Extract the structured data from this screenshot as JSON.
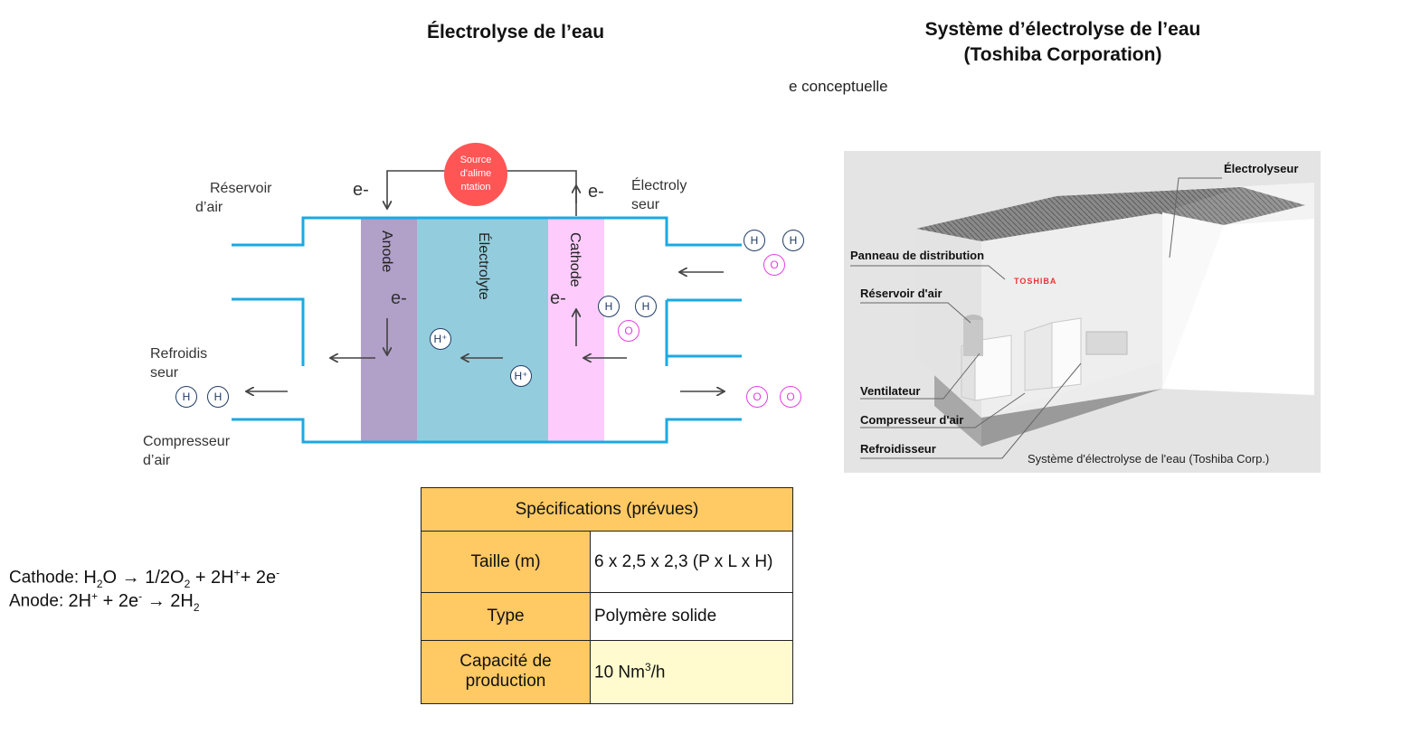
{
  "left_title": "Électrolyse de l’eau",
  "right_title": {
    "line1": "Système d’électrolyse de l’eau",
    "line2": "(Toshiba Corporation)"
  },
  "partial_caption": "e conceptuelle",
  "diagram": {
    "power_source": {
      "line1": "Source",
      "line2": "d'alime",
      "line3": "ntation"
    },
    "electron_left": "e-",
    "electron_right": "e-",
    "electron_inner_left": "e-",
    "electron_inner_right": "e-",
    "air_tank": {
      "line1": "Réservoir",
      "line2": "d’air"
    },
    "electrolyzer": {
      "line1": "Électroly",
      "line2": "seur"
    },
    "cooler": {
      "line1": "Refroidis",
      "line2": "seur"
    },
    "compressor": {
      "line1": "Compresseur",
      "line2": "d’air"
    },
    "anode": "Anode",
    "electrolyte": "Électrolyte",
    "cathode": "Cathode",
    "h": "H",
    "o": "O",
    "h_plus": "H⁺",
    "colors": {
      "pipe": "#1ba9e2",
      "anode": "#b1a0c8",
      "electrolyte": "#93cddd",
      "cathode": "#fdcbfc",
      "source": "#ff5555",
      "h_mol": "#1f3b66",
      "o_mol": "#e53ee5"
    }
  },
  "equations": {
    "cathode": {
      "label": "Cathode",
      "sep": ":",
      "p1": "H",
      "s1": "2",
      "p2": "O → 1/2O",
      "s2": "2",
      "p3": " + 2H",
      "sup1": "+",
      "p4": "+ 2e",
      "sup2": "-"
    },
    "anode": {
      "label": "Anode",
      "sep": ":",
      "p1": "2H",
      "sup1": "+",
      "p2": " + 2e",
      "sup2": "-",
      "p3": " → 2H",
      "s1": "2"
    }
  },
  "spec_table": {
    "header": "Spécifications (prévues)",
    "rows": [
      {
        "key": "Taille (m)",
        "value": "6 x 2,5 x 2,3 (P x L x H)"
      },
      {
        "key": "Type",
        "value": "Polymère solide"
      },
      {
        "key": "Capacité de production",
        "value_main": "10 Nm",
        "value_sup": "3",
        "value_tail": "/h"
      }
    ]
  },
  "photo": {
    "callouts": {
      "electrolyzer": "Électrolyseur",
      "distribution_panel": "Panneau de distribution",
      "air_tank": "Réservoir d'air",
      "fan": "Ventilateur",
      "air_compressor": "Compresseur d'air",
      "cooler": "Refroidisseur"
    },
    "brand": "TOSHIBA",
    "caption": "Système d'électrolyse de l'eau (Toshiba Corp.)"
  }
}
